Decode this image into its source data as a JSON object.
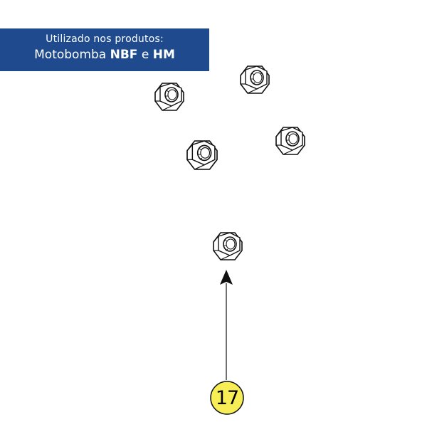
{
  "banner": {
    "line1": "Utilizado nos produtos:",
    "prefix": "Motobomba ",
    "product1": "NBF",
    "joiner": " e ",
    "product2": "HM",
    "background_color": "#1f4b8e",
    "text_color": "#ffffff"
  },
  "callout": {
    "number": "17",
    "fill_color": "#f7ee55"
  },
  "parts": [
    {
      "name": "hex-nut",
      "icon": "hex-nut-icon"
    },
    {
      "name": "hex-nut",
      "icon": "hex-nut-icon"
    },
    {
      "name": "hex-nut",
      "icon": "hex-nut-icon"
    },
    {
      "name": "hex-nut",
      "icon": "hex-nut-icon"
    },
    {
      "name": "hex-nut",
      "icon": "hex-nut-icon"
    }
  ]
}
